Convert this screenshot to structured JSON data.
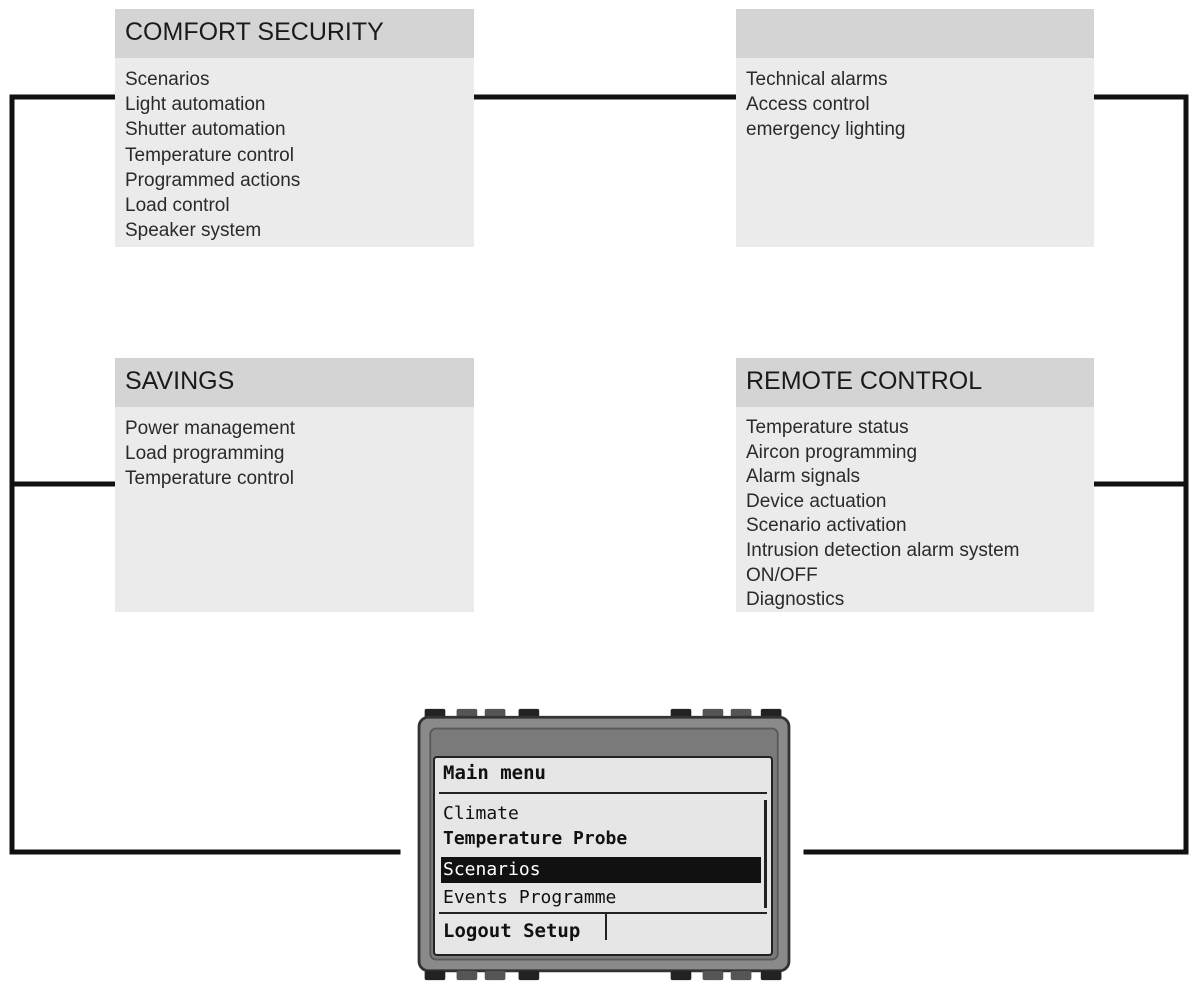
{
  "panels": {
    "comfort": {
      "title": "COMFORT SECURITY",
      "items": [
        "Scenarios",
        "Light automation",
        "Shutter automation",
        "Temperature control",
        "Programmed actions",
        "Load control",
        "Speaker system"
      ]
    },
    "security": {
      "title": "",
      "items": [
        "Technical alarms",
        "Access control",
        "emergency lighting"
      ]
    },
    "savings": {
      "title": "SAVINGS",
      "items": [
        "Power management",
        "Load programming",
        "Temperature control"
      ]
    },
    "remote": {
      "title": "REMOTE CONTROL",
      "items": [
        "Temperature status",
        "Aircon programming",
        "Alarm signals",
        "Device actuation",
        "Scenario activation",
        "Intrusion detection alarm system",
        "ON/OFF",
        "Diagnostics"
      ]
    }
  },
  "device": {
    "screen_title": "Main menu",
    "menu_items": [
      "Climate",
      "Temperature Probe",
      "Scenarios",
      "Events Programme"
    ],
    "selected_item": "Scenarios",
    "footer": "Logout Setup"
  },
  "colors": {
    "panel_bg": "#ebebeb",
    "panel_header": "#d4d4d4",
    "wire": "#111111",
    "device_frame": "#8a8a8a",
    "screen_bg": "#e6e6e6"
  }
}
